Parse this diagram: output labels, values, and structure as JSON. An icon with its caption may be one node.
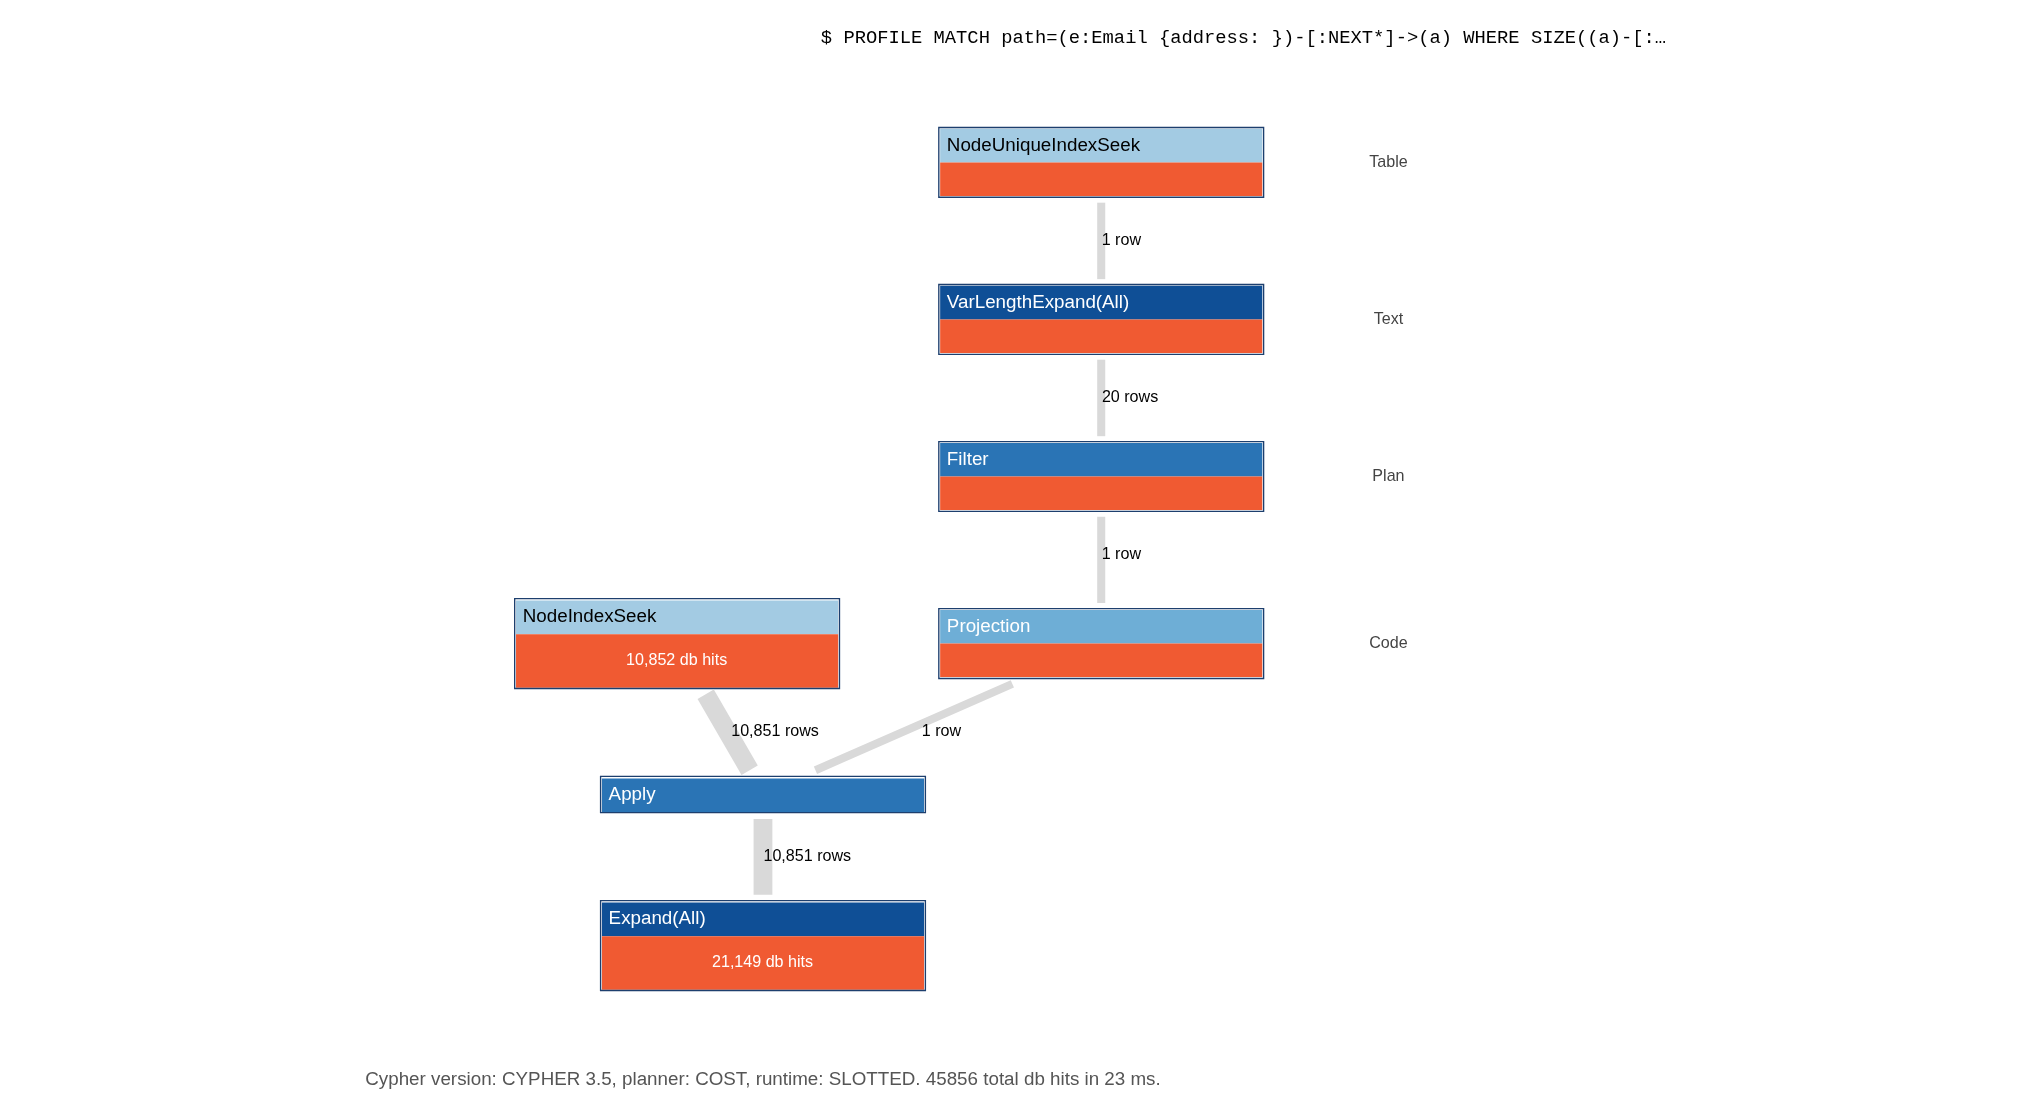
{
  "diagram": {
    "nodes": [
      {
        "text": [
          "NodeUniqueIndexSeek"
        ]
      },
      {
        "text": [
          "VarLengthExpand(All)"
        ]
      },
      {
        "text": [
          "Filter"
        ]
      },
      {
        "text": [
          "Projection"
        ]
      },
      {
        "text": [
          "NodeIndexSeek",
          "10,852 db hits"
        ]
      },
      {
        "text": [
          "Apply"
        ]
      },
      {
        "text": [
          "Expand(All)",
          "21,149 db hits"
        ]
      }
    ],
    "edges": [
      {
        "from": 0,
        "to": 1,
        "arrow": "none",
        "label": "1 row"
      },
      {
        "from": 1,
        "to": 2,
        "arrow": "none",
        "label": "20 rows"
      },
      {
        "from": 2,
        "to": 3,
        "arrow": "none",
        "label": "1 row"
      },
      {
        "from": 3,
        "to": 5,
        "arrow": "none",
        "label": "1 row"
      },
      {
        "from": 4,
        "to": 5,
        "arrow": "none",
        "label": "10,851 rows",
        "style": "thick"
      },
      {
        "from": 5,
        "to": 6,
        "arrow": "none",
        "label": "10,851 rows",
        "style": "thick"
      }
    ],
    "labels": [
      "$ PROFILE MATCH path=(e:Email {address: })-[:NEXT*]->(a) WHERE SIZE((a)-[:…",
      "Table",
      "Text",
      "Plan",
      "Code",
      "Cypher version: CYPHER 3.5, planner: COST, runtime: SLOTTED. 45856 total db hits in 23 ms."
    ]
  }
}
